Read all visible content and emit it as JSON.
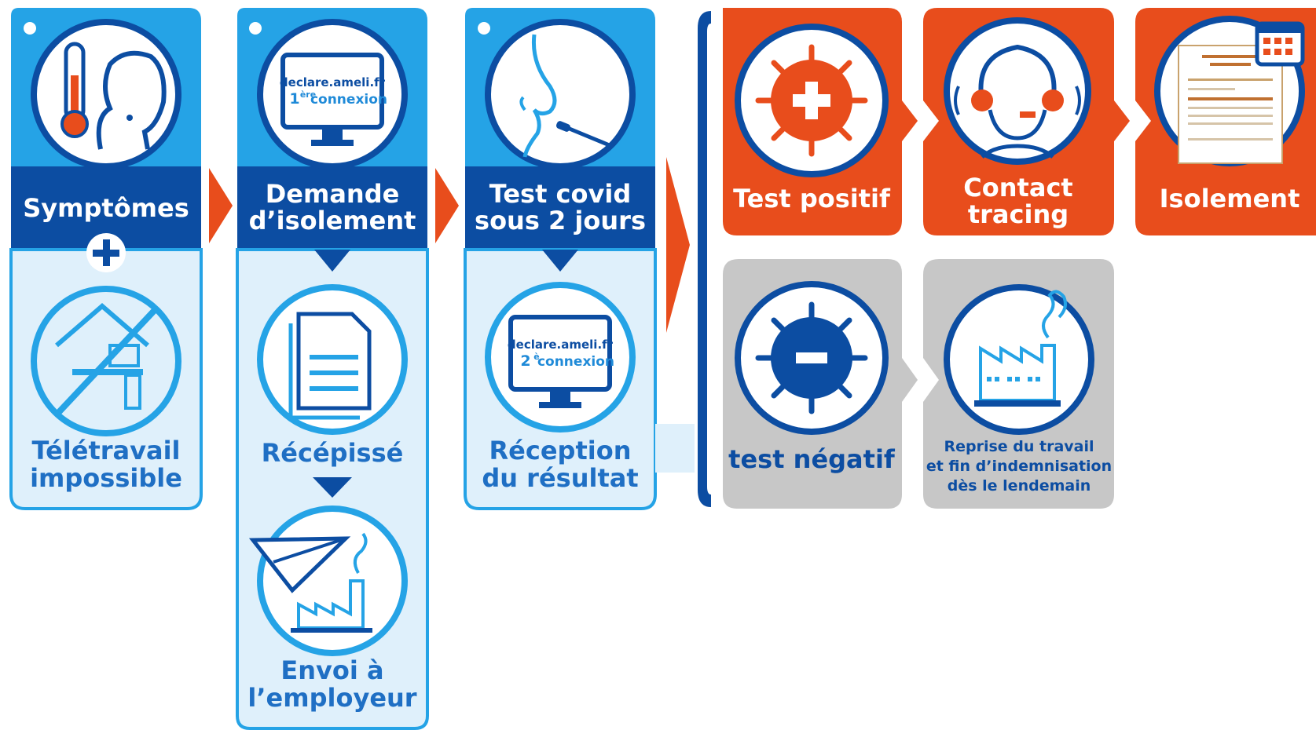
{
  "colors": {
    "blue_light": "#25a3e6",
    "blue_dark": "#0c4da2",
    "blue_pale": "#dff0fb",
    "orange": "#e84d1c",
    "gray": "#c7c7c7"
  },
  "steps": {
    "symptoms": {
      "title": "Symptômes",
      "icon": "thermometer-person-icon",
      "plus_icon": "plus-icon",
      "bottom_icon": "no-telework-icon",
      "bottom_line1": "Télétravail",
      "bottom_line2": "impossible"
    },
    "request": {
      "title_line1": "Demande",
      "title_line2": "d’isolement",
      "icon": "computer-screen-icon",
      "screen_line1": "declare.ameli.fr",
      "screen_sup": "ère",
      "screen_num": "1",
      "screen_word": "connexion",
      "receipt_icon": "document-icon",
      "receipt_label": "Récépissé",
      "send_icon": "paper-plane-factory-icon",
      "send_line1": "Envoi à",
      "send_line2": "l’employeur"
    },
    "test": {
      "title_line1": "Test covid",
      "title_line2": "sous 2 jours",
      "icon": "nasal-swab-icon",
      "screen_line1": "declare.ameli.fr",
      "screen_num": "2",
      "screen_sup": "è",
      "screen_word": "connexion",
      "result_line1": "Réception",
      "result_line2": "du résultat"
    }
  },
  "outcomes": {
    "positive": [
      {
        "icon": "virus-plus-icon",
        "line1": "Test positif",
        "line2": ""
      },
      {
        "icon": "headset-operator-icon",
        "line1": "Contact",
        "line2": "tracing"
      },
      {
        "icon": "isolation-certificate-icon",
        "line1": "Isolement",
        "line2": ""
      }
    ],
    "negative": [
      {
        "icon": "virus-minus-icon",
        "line1": "test négatif"
      },
      {
        "icon": "factory-icon",
        "line1": "Reprise du travail",
        "line2": "et fin d’indemnisation",
        "line3": "dès le lendemain"
      }
    ]
  }
}
